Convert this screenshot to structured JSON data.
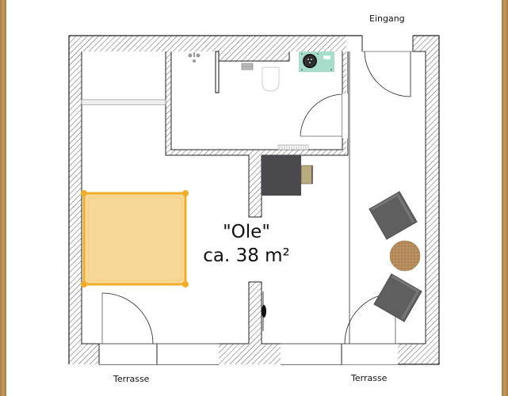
{
  "plan": {
    "room_name": "\"Ole\"",
    "room_area": "ca. 38 m²",
    "labels": {
      "entrance": "Eingang",
      "terrace_left": "Terrasse",
      "terrace_right": "Terrasse"
    },
    "colors": {
      "wall_hatch": "#555555",
      "bed_fill": "#f7d898",
      "bed_outline": "#f0ad28",
      "armchair": "#5f5f5f",
      "side_table": "#b48a5a",
      "desk": "#4a4a4e",
      "desk_chair": "#b9ab7e",
      "boiler_panel": "#a8dccb",
      "frame": "#b58a4f"
    },
    "furniture": [
      {
        "name": "Bett",
        "icon": "bed"
      },
      {
        "name": "Sessel 1",
        "icon": "armchair"
      },
      {
        "name": "Sessel 2",
        "icon": "armchair"
      },
      {
        "name": "Beistelltisch",
        "icon": "round-table"
      },
      {
        "name": "Schreibtisch",
        "icon": "desk"
      },
      {
        "name": "Stuhl",
        "icon": "chair"
      },
      {
        "name": "WC",
        "icon": "toilet"
      },
      {
        "name": "Waschbecken",
        "icon": "sink"
      },
      {
        "name": "Dusche",
        "icon": "shower"
      },
      {
        "name": "Boiler",
        "icon": "boiler"
      },
      {
        "name": "Heizkörper",
        "icon": "radiator"
      },
      {
        "name": "Wandleuchte",
        "icon": "wall-lamp"
      }
    ]
  }
}
